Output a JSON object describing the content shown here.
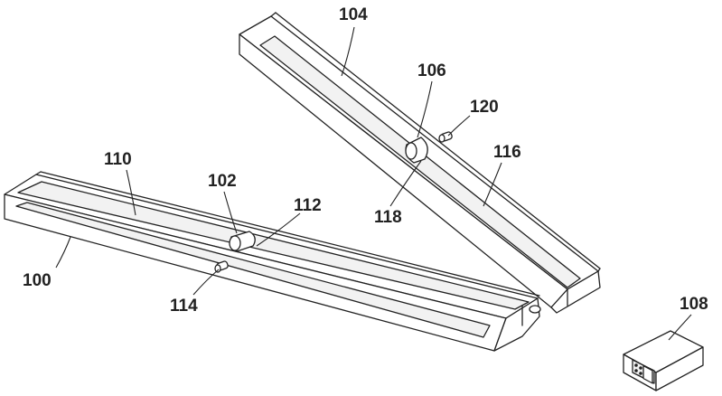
{
  "labels": {
    "l100": "100",
    "l102": "102",
    "l104": "104",
    "l106": "106",
    "l108": "108",
    "l110": "110",
    "l112": "112",
    "l114": "114",
    "l116": "116",
    "l118": "118",
    "l120": "120"
  },
  "colors": {
    "stroke": "#222222",
    "background": "#ffffff"
  }
}
